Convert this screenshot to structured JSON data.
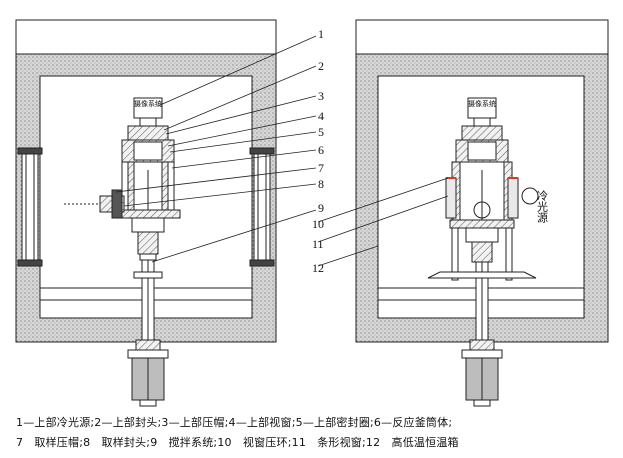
{
  "diagram": {
    "box_label": "摄像系统",
    "cold_source_label": "冷光源",
    "callouts": [
      "1",
      "2",
      "3",
      "4",
      "5",
      "6",
      "7",
      "8",
      "9",
      "10",
      "11",
      "12"
    ]
  },
  "caption": {
    "line1": "1—上部冷光源;2—上部封头;3—上部压帽;4—上部视窗;5—上部密封圈;6—反应釜筒体;",
    "line2": "7　取样压帽;8　取样封头;9　搅拌系统;10　视窗压环;11　条形视窗;12　高低温恒温箱"
  },
  "colors": {
    "insulation_fill": "#cfcfcf",
    "line": "#222222",
    "window_accent": "#d04020",
    "background": "#ffffff"
  }
}
